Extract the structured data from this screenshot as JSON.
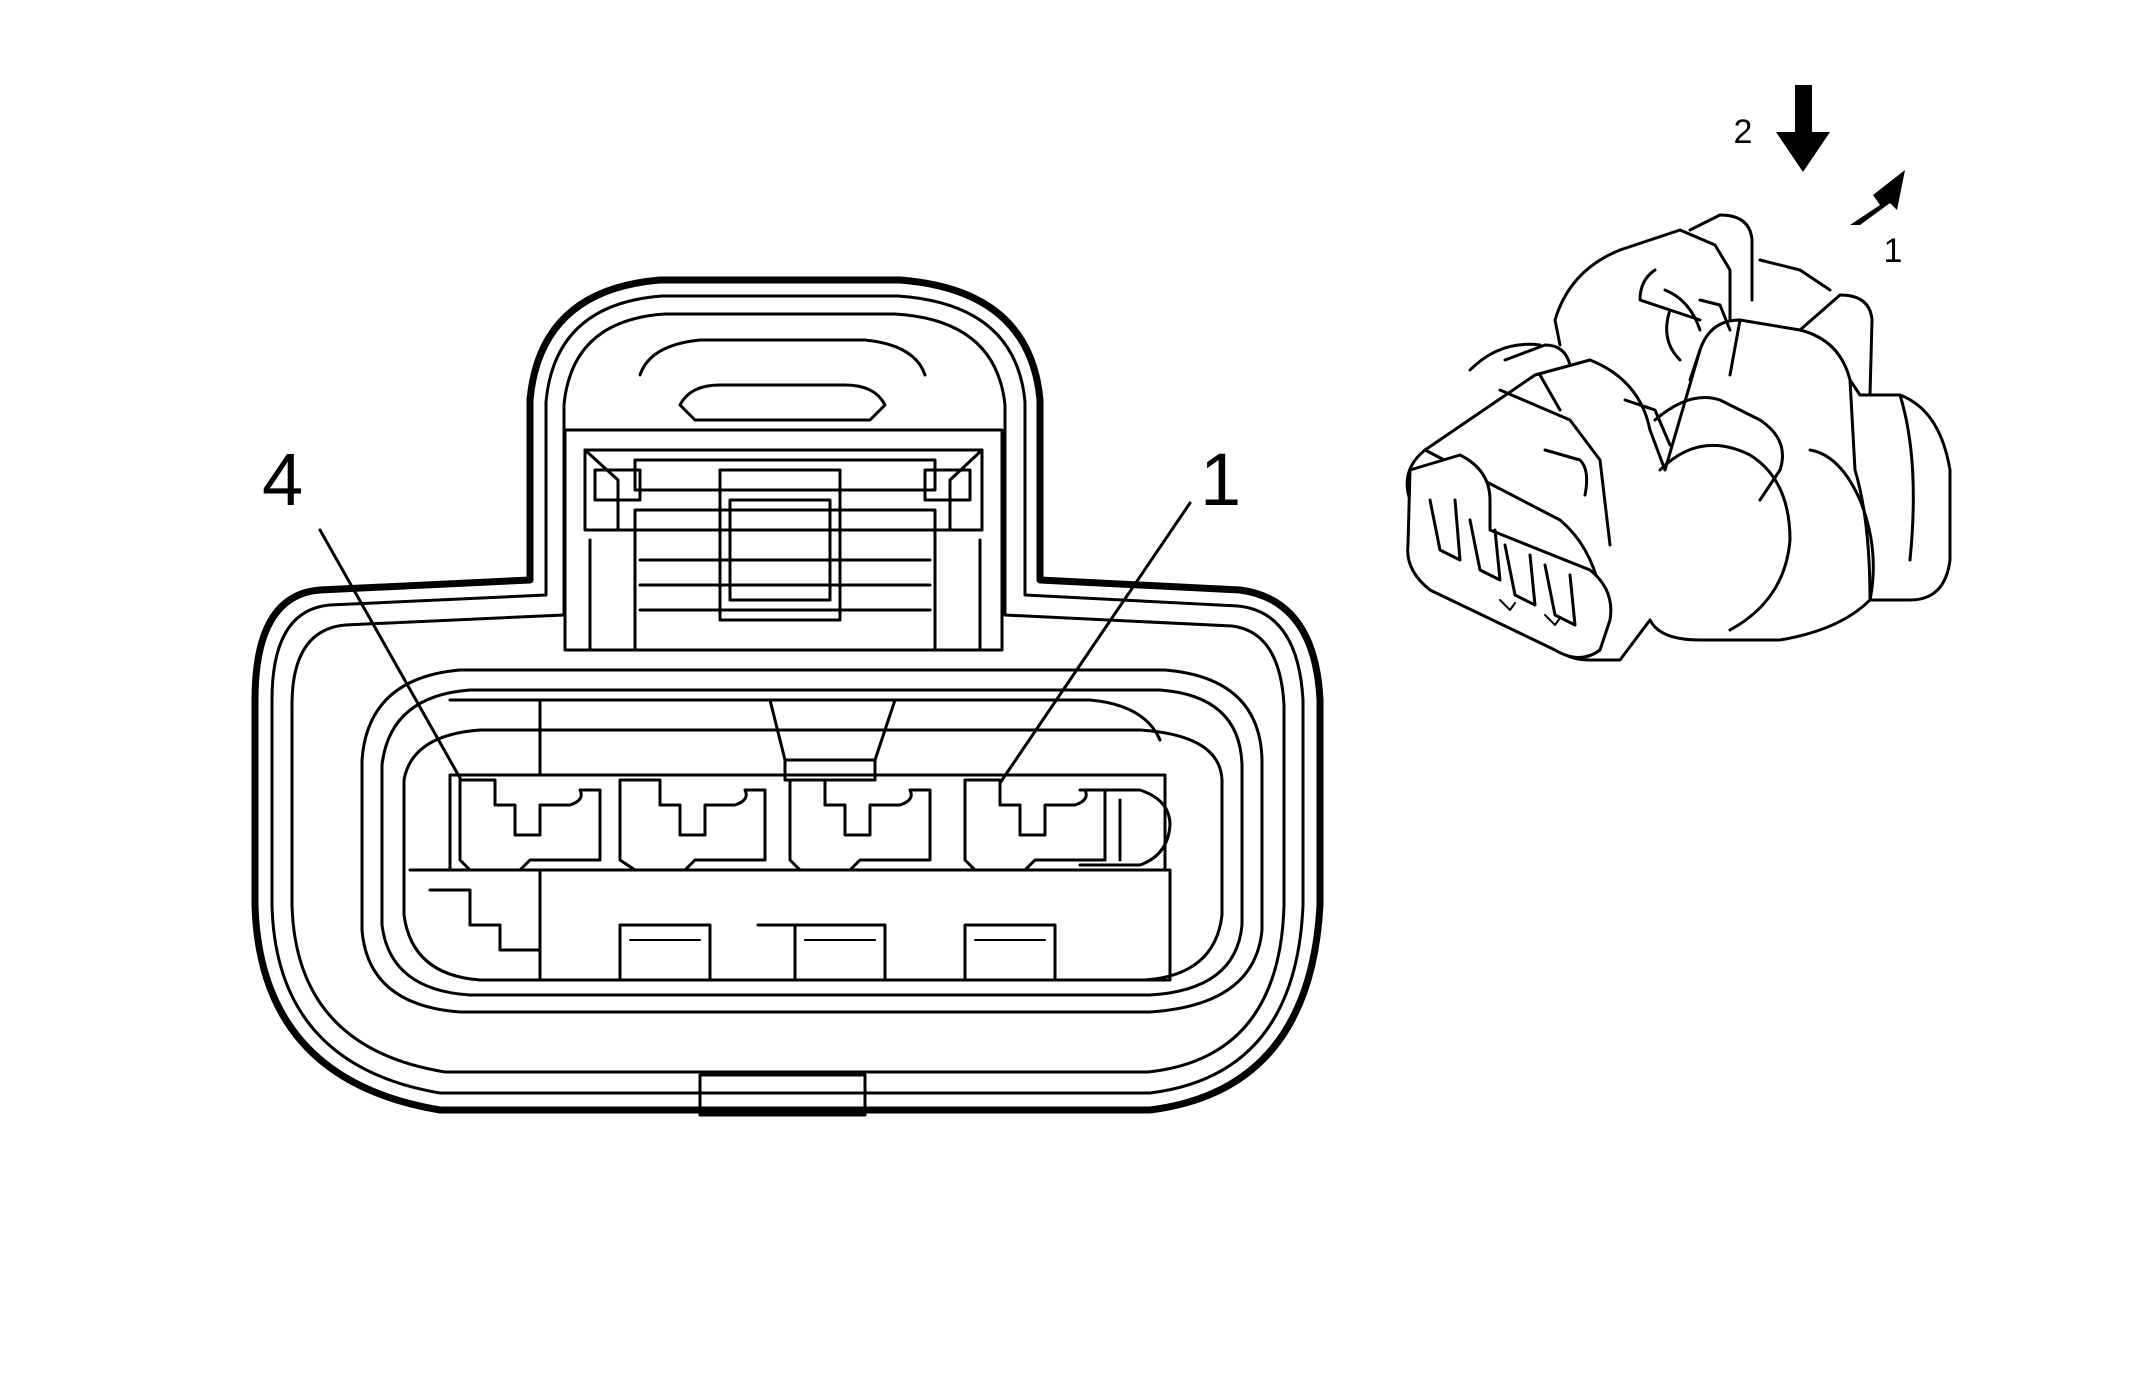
{
  "diagram": {
    "face_view": {
      "callouts": [
        {
          "id": "pin-4",
          "label": "4"
        },
        {
          "id": "pin-1",
          "label": "1"
        }
      ]
    },
    "connector_3d": {
      "release_steps": [
        {
          "id": "step-1",
          "label": "1",
          "direction": "up-right"
        },
        {
          "id": "step-2",
          "label": "2",
          "direction": "down"
        }
      ]
    }
  },
  "colors": {
    "line": "#000000",
    "background": "#ffffff"
  }
}
